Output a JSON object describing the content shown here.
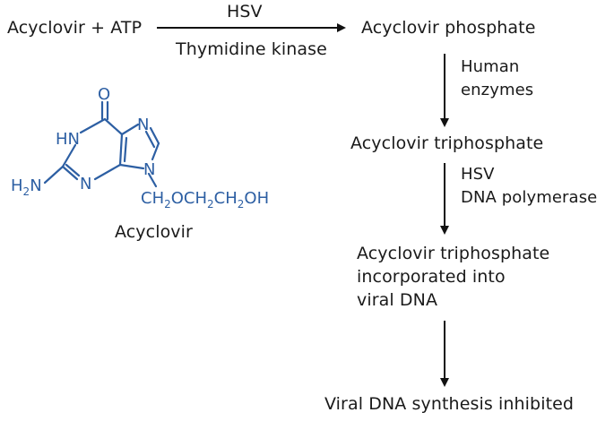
{
  "reaction": {
    "reactants": "Acyclovir + ATP",
    "enzyme_top": "HSV",
    "enzyme_bottom": "Thymidine kinase"
  },
  "steps": [
    {
      "label": "Acyclovir phosphate"
    },
    {
      "label": "Acyclovir triphosphate"
    },
    {
      "label_lines": [
        "Acyclovir triphosphate",
        "incorporated into",
        "viral DNA"
      ]
    },
    {
      "label": "Viral DNA synthesis inhibited"
    }
  ],
  "arrows": [
    {
      "label_lines": [
        "Human",
        "enzymes"
      ]
    },
    {
      "label_lines": [
        "HSV",
        "DNA polymerase"
      ]
    },
    {
      "label_lines": []
    }
  ],
  "molecule": {
    "name": "Acyclovir",
    "color": "#2d5fa3",
    "atoms": {
      "oxygen": "O",
      "nh": "HN",
      "n_ring_left": "N",
      "n_imidazole_top": "N",
      "n_imidazole_bottom": "N",
      "amino_h": "H",
      "amino_sub": "2",
      "amino_n": "N",
      "chain_c1": "CH",
      "chain_sub1": "2",
      "chain_o1": "OCH",
      "chain_sub2": "2",
      "chain_c3": "CH",
      "chain_sub3": "2",
      "chain_oh": "OH"
    }
  },
  "colors": {
    "text": "#1a1a1a",
    "molecule": "#2d5fa3"
  }
}
